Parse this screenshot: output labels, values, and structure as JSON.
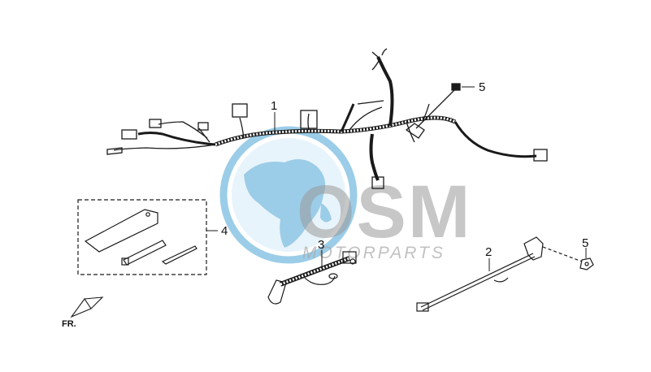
{
  "callouts": {
    "harness": "1",
    "cable": "2",
    "side_switch": "3",
    "tool_kit": "4",
    "bolt_top": "5",
    "bolt_right": "5"
  },
  "front_marker": "FR.",
  "watermark": {
    "logo_text": "OSM",
    "sub_text": "MOTORPARTS",
    "globe_color": "#4aa6d6"
  },
  "line_color": "#1a1a1a"
}
